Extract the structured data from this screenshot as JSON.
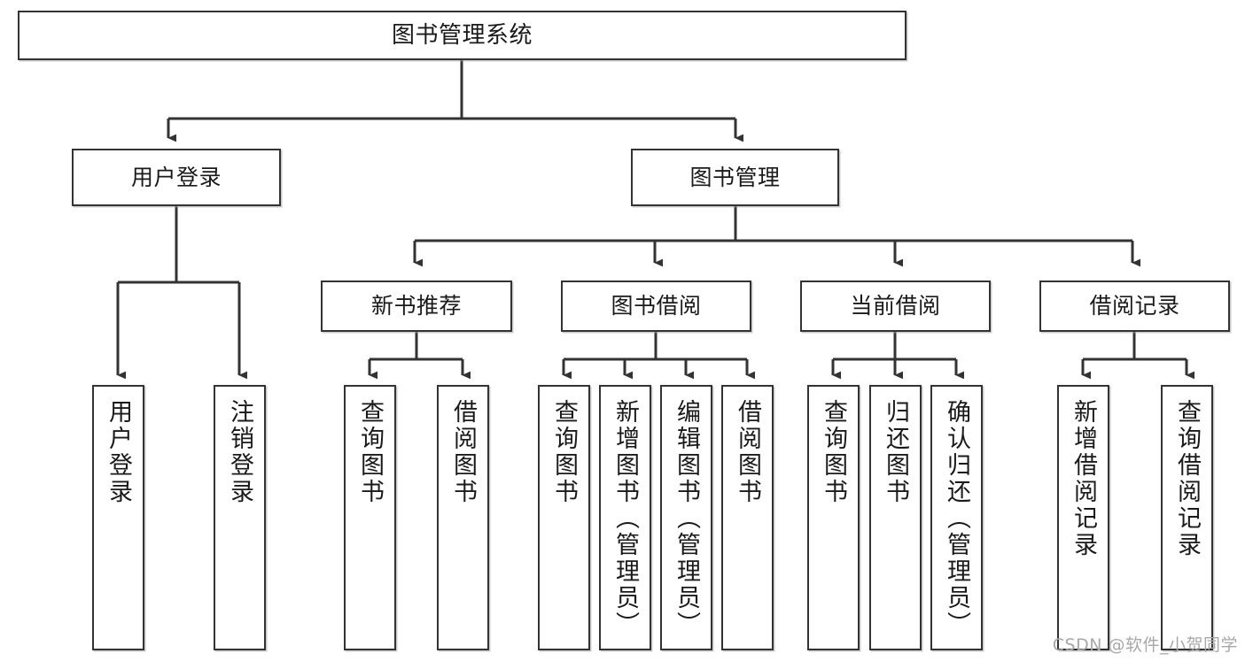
{
  "diagram": {
    "title": "图书管理系统",
    "watermark": "CSDN @软件_小贺同学",
    "line_color": "#333333",
    "box_border_color": "#333333",
    "box_fill_color": "#ffffff",
    "text_color": "#1a1a1a",
    "watermark_color": "#a8a8a8"
  },
  "nodes": {
    "root": {
      "label": "图书管理系统"
    },
    "level2": [
      {
        "label": "用户登录"
      },
      {
        "label": "图书管理"
      }
    ],
    "level3": [
      {
        "label": "新书推荐"
      },
      {
        "label": "图书借阅"
      },
      {
        "label": "当前借阅"
      },
      {
        "label": "借阅记录"
      }
    ],
    "leaves": {
      "user_login": [
        {
          "label": "用户登录"
        },
        {
          "label": "注销登录"
        }
      ],
      "new_book_recommend": [
        {
          "label": "查询图书"
        },
        {
          "label": "借阅图书"
        }
      ],
      "book_borrow": [
        {
          "label": "查询图书"
        },
        {
          "label": "新增图书（管理员）"
        },
        {
          "label": "编辑图书（管理员）"
        },
        {
          "label": "借阅图书"
        }
      ],
      "current_borrow": [
        {
          "label": "查询图书"
        },
        {
          "label": "归还图书"
        },
        {
          "label": "确认归还（管理员）"
        }
      ],
      "borrow_record": [
        {
          "label": "新增借阅记录"
        },
        {
          "label": "查询借阅记录"
        }
      ]
    }
  }
}
